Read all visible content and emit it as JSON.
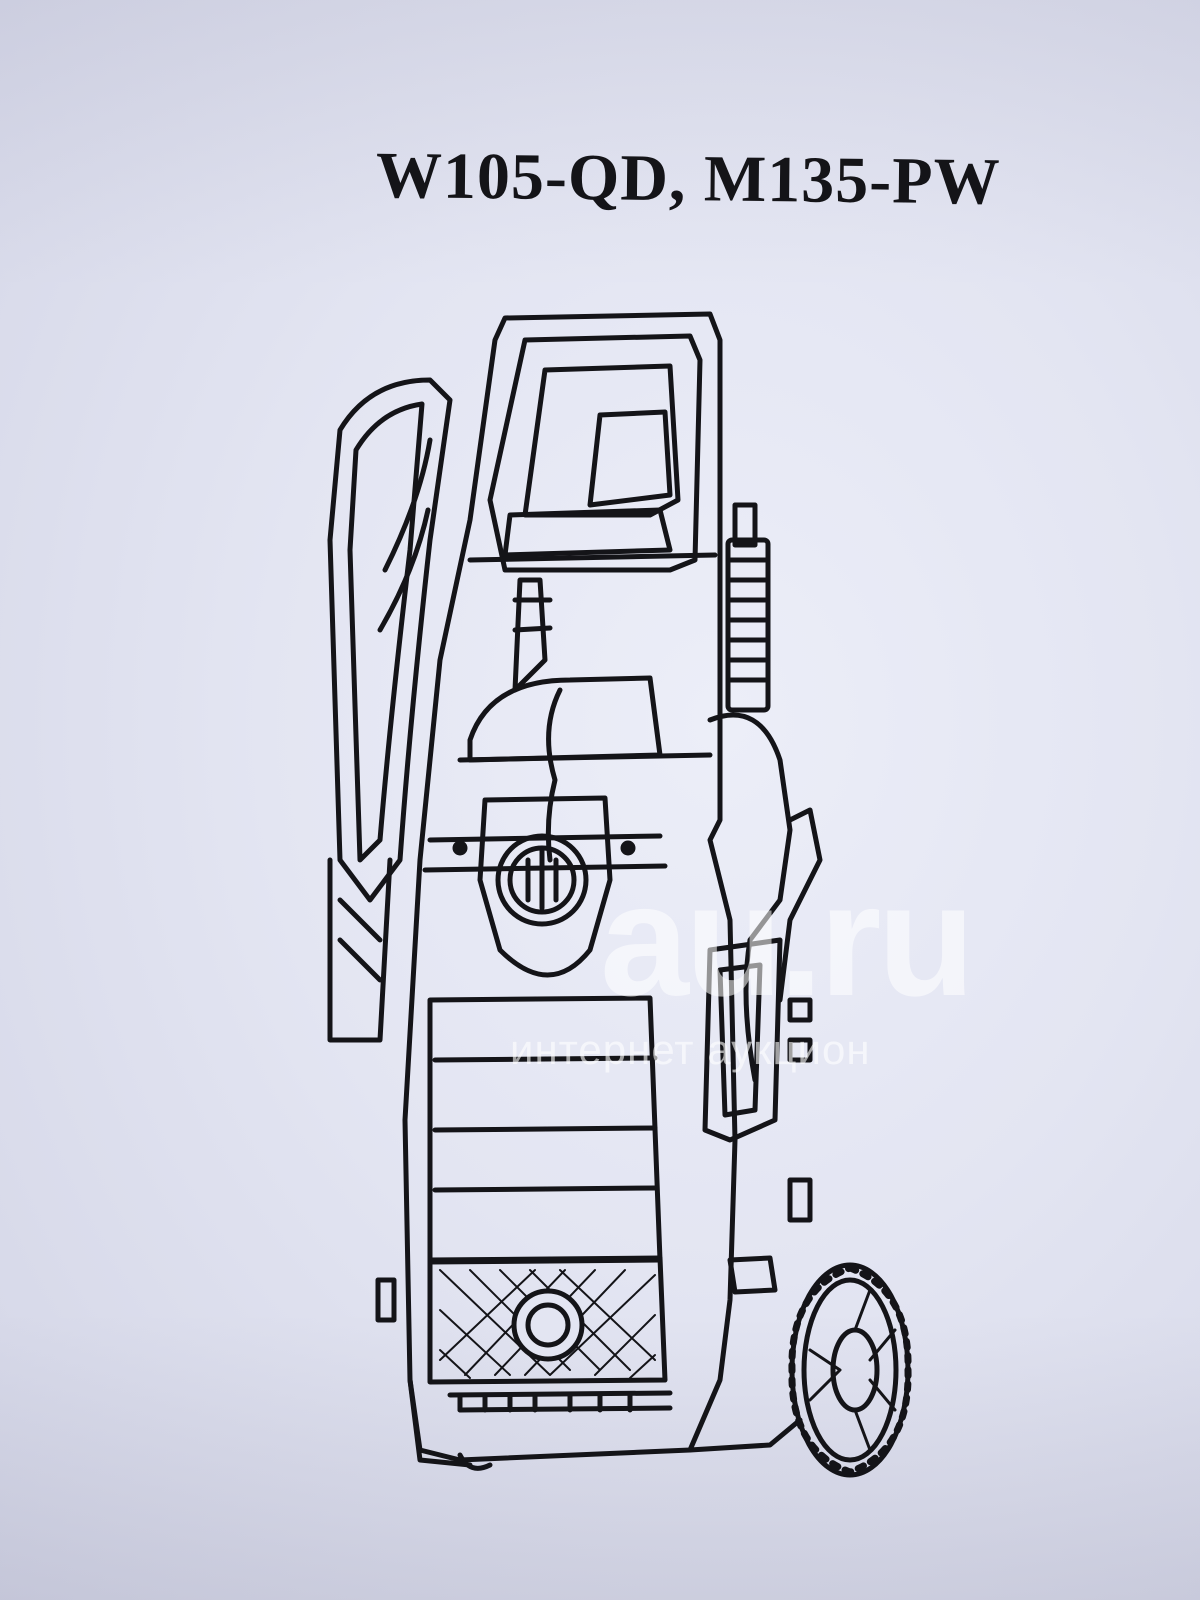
{
  "document": {
    "model_title": "W105-QD, M135-PW"
  },
  "watermark": {
    "logo_text": "au.ru",
    "tagline": "интернет аукцион"
  },
  "colors": {
    "paper": "#e3e5f2",
    "ink": "#141418",
    "watermark": "#ffffff"
  }
}
